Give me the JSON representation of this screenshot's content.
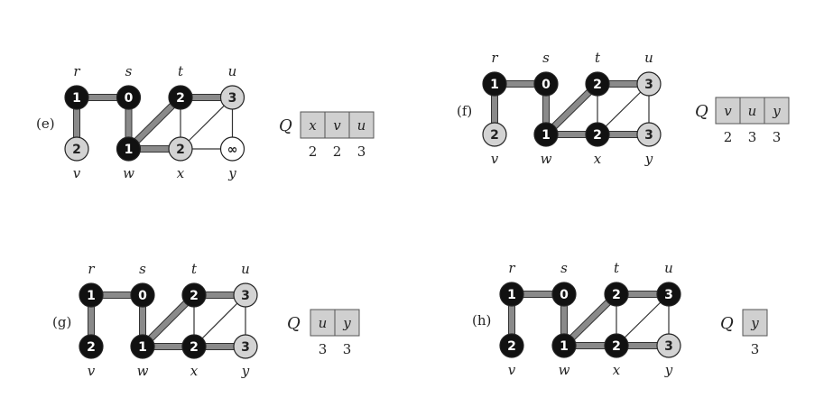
{
  "colors": {
    "black_node": "#111111",
    "gray_node": "#d3d3d3",
    "white_node": "#ffffff",
    "tree_edge": "#8a8a8a",
    "thin_edge": "#333333",
    "queue_cell": "#d0d0d0"
  },
  "queue_symbol": "Q",
  "panels": [
    {
      "label": "(e)",
      "vertices": [
        {
          "id": "r",
          "d": "1",
          "color": "black"
        },
        {
          "id": "s",
          "d": "0",
          "color": "black"
        },
        {
          "id": "t",
          "d": "2",
          "color": "black"
        },
        {
          "id": "u",
          "d": "3",
          "color": "gray"
        },
        {
          "id": "v",
          "d": "2",
          "color": "gray"
        },
        {
          "id": "w",
          "d": "1",
          "color": "black"
        },
        {
          "id": "x",
          "d": "2",
          "color": "gray"
        },
        {
          "id": "y",
          "d": "∞",
          "color": "white"
        }
      ],
      "queue": [
        {
          "v": "x",
          "d": "2"
        },
        {
          "v": "v",
          "d": "2"
        },
        {
          "v": "u",
          "d": "3"
        }
      ]
    },
    {
      "label": "(f)",
      "vertices": [
        {
          "id": "r",
          "d": "1",
          "color": "black"
        },
        {
          "id": "s",
          "d": "0",
          "color": "black"
        },
        {
          "id": "t",
          "d": "2",
          "color": "black"
        },
        {
          "id": "u",
          "d": "3",
          "color": "gray"
        },
        {
          "id": "v",
          "d": "2",
          "color": "gray"
        },
        {
          "id": "w",
          "d": "1",
          "color": "black"
        },
        {
          "id": "x",
          "d": "2",
          "color": "black"
        },
        {
          "id": "y",
          "d": "3",
          "color": "gray"
        }
      ],
      "queue": [
        {
          "v": "v",
          "d": "2"
        },
        {
          "v": "u",
          "d": "3"
        },
        {
          "v": "y",
          "d": "3"
        }
      ]
    },
    {
      "label": "(g)",
      "vertices": [
        {
          "id": "r",
          "d": "1",
          "color": "black"
        },
        {
          "id": "s",
          "d": "0",
          "color": "black"
        },
        {
          "id": "t",
          "d": "2",
          "color": "black"
        },
        {
          "id": "u",
          "d": "3",
          "color": "gray"
        },
        {
          "id": "v",
          "d": "2",
          "color": "black"
        },
        {
          "id": "w",
          "d": "1",
          "color": "black"
        },
        {
          "id": "x",
          "d": "2",
          "color": "black"
        },
        {
          "id": "y",
          "d": "3",
          "color": "gray"
        }
      ],
      "queue": [
        {
          "v": "u",
          "d": "3"
        },
        {
          "v": "y",
          "d": "3"
        }
      ]
    },
    {
      "label": "(h)",
      "vertices": [
        {
          "id": "r",
          "d": "1",
          "color": "black"
        },
        {
          "id": "s",
          "d": "0",
          "color": "black"
        },
        {
          "id": "t",
          "d": "2",
          "color": "black"
        },
        {
          "id": "u",
          "d": "3",
          "color": "black"
        },
        {
          "id": "v",
          "d": "2",
          "color": "black"
        },
        {
          "id": "w",
          "d": "1",
          "color": "black"
        },
        {
          "id": "x",
          "d": "2",
          "color": "black"
        },
        {
          "id": "y",
          "d": "3",
          "color": "gray"
        }
      ],
      "queue": [
        {
          "v": "y",
          "d": "3"
        }
      ]
    }
  ],
  "edges": [
    {
      "a": "r",
      "b": "s",
      "tree": true
    },
    {
      "a": "r",
      "b": "v",
      "tree": true
    },
    {
      "a": "s",
      "b": "w",
      "tree": true
    },
    {
      "a": "w",
      "b": "t",
      "tree": true
    },
    {
      "a": "w",
      "b": "x",
      "tree": true
    },
    {
      "a": "t",
      "b": "u",
      "tree": true
    },
    {
      "a": "x",
      "b": "y",
      "tree": true
    },
    {
      "a": "t",
      "b": "x",
      "tree": false
    },
    {
      "a": "x",
      "b": "u",
      "tree": false
    },
    {
      "a": "u",
      "b": "y",
      "tree": false
    }
  ],
  "edges_panel_e": [
    {
      "a": "r",
      "b": "s",
      "tree": true
    },
    {
      "a": "r",
      "b": "v",
      "tree": true
    },
    {
      "a": "s",
      "b": "w",
      "tree": true
    },
    {
      "a": "w",
      "b": "t",
      "tree": true
    },
    {
      "a": "w",
      "b": "x",
      "tree": true
    },
    {
      "a": "t",
      "b": "u",
      "tree": true
    },
    {
      "a": "x",
      "b": "y",
      "tree": false
    },
    {
      "a": "t",
      "b": "x",
      "tree": false
    },
    {
      "a": "x",
      "b": "u",
      "tree": false
    },
    {
      "a": "u",
      "b": "y",
      "tree": false
    }
  ]
}
